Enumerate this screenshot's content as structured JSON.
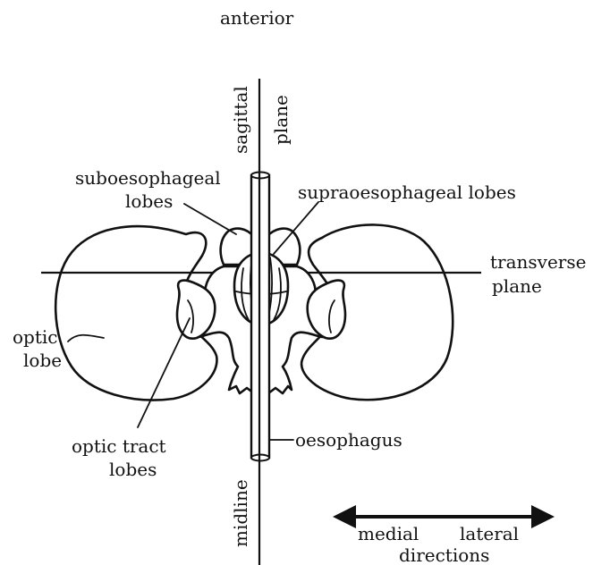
{
  "labels": {
    "anterior": "anterior",
    "sagittal": "sagittal",
    "sagittal_plane": "plane",
    "suboesophageal_line1": "suboesophageal",
    "suboesophageal_line2": "lobes",
    "supraoesophageal": "supraoesophageal lobes",
    "transverse_line1": "transverse",
    "transverse_line2": "plane",
    "optic_line1": "optic",
    "optic_line2": "lobe",
    "optic_tract_line1": "optic tract",
    "optic_tract_line2": "lobes",
    "oesophagus": "oesophagus",
    "midline": "midline",
    "medial": "medial",
    "lateral": "lateral",
    "directions": "directions"
  }
}
